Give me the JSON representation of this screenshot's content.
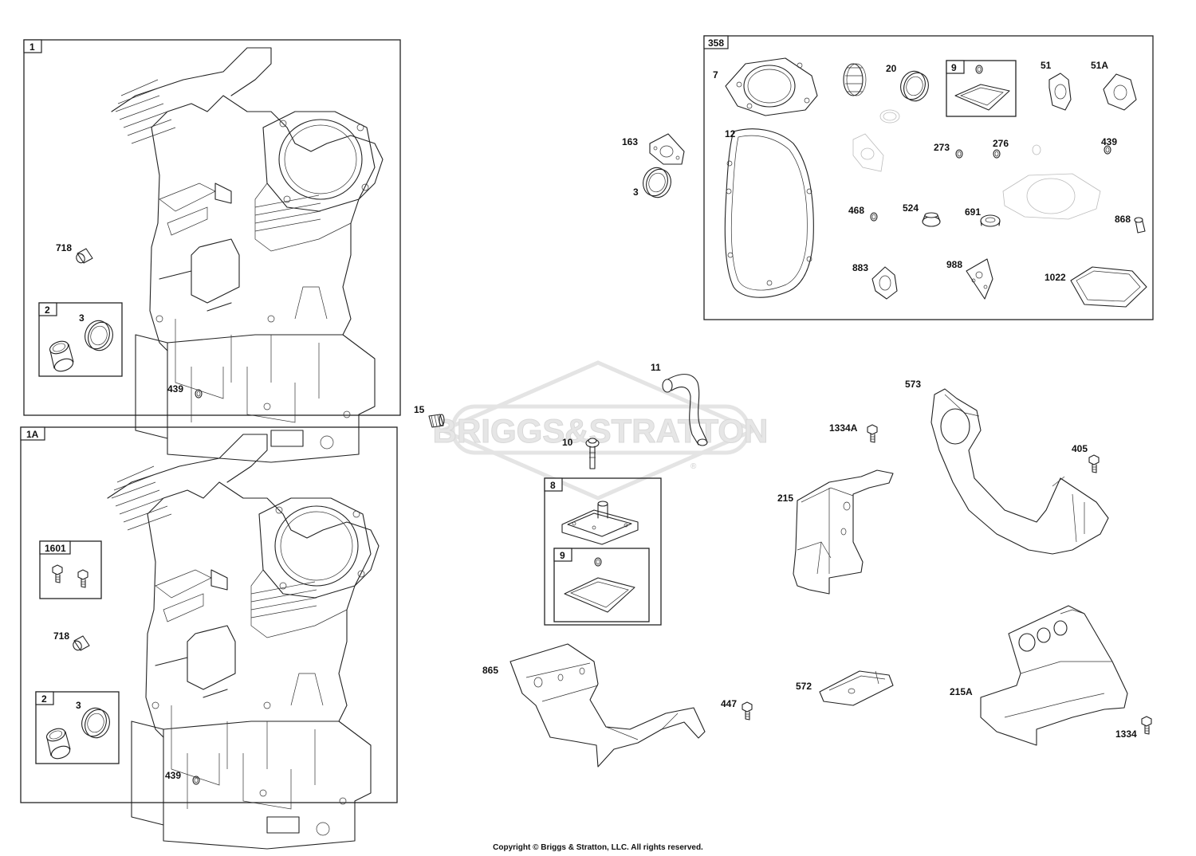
{
  "watermark": {
    "brand": "BRIGGS&STRATTON",
    "registered": "®"
  },
  "copyright": "Copyright © Briggs & Stratton, LLC. All rights reserved.",
  "groups": {
    "g1": "1",
    "g1_sub2": "2",
    "g1a": "1A",
    "g1a_sub1601": "1601",
    "g1a_sub2": "2",
    "g8": "8",
    "g8_sub9": "9",
    "g358": "358",
    "g358_sub9": "9"
  },
  "labels": {
    "l718a": "718",
    "l3a": "3",
    "l439a": "439",
    "l718b": "718",
    "l3b": "3",
    "l439b": "439",
    "l15": "15",
    "l10": "10",
    "l11": "11",
    "l163": "163",
    "l3c": "3",
    "l865": "865",
    "l447": "447",
    "l572": "572",
    "l215": "215",
    "l1334A": "1334A",
    "l573": "573",
    "l405": "405",
    "l215A": "215A",
    "l1334": "1334",
    "l7": "7",
    "l20": "20",
    "l51": "51",
    "l51A": "51A",
    "l12": "12",
    "l273": "273",
    "l276": "276",
    "l439c": "439",
    "l468": "468",
    "l524": "524",
    "l691": "691",
    "l868": "868",
    "l883": "883",
    "l988": "988",
    "l1022": "1022"
  }
}
